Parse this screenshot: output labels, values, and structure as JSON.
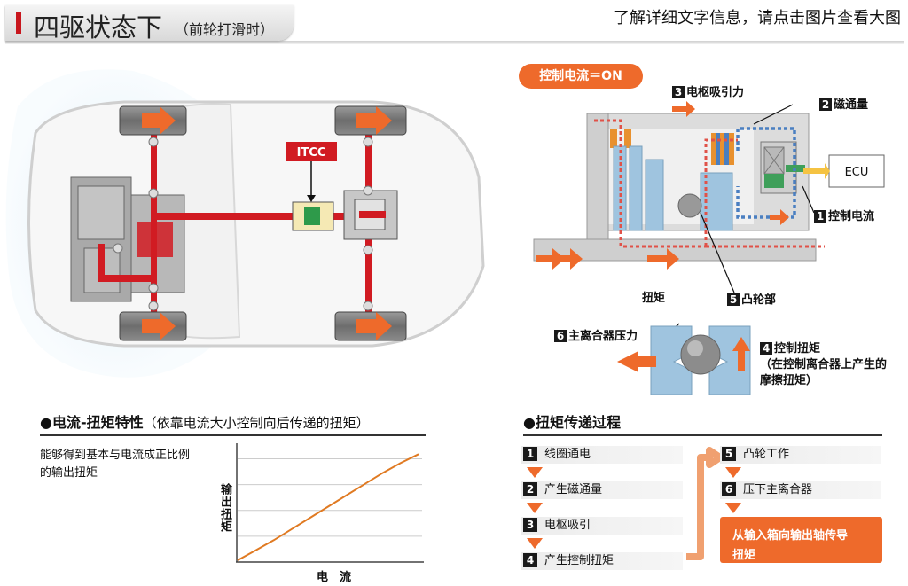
{
  "header": {
    "title": "四驱状态下",
    "subtitle": "（前轮打滑时）",
    "note": "了解详细文字信息，请点击图片查看大图"
  },
  "car": {
    "itcc_label": "ITCC"
  },
  "mechanism": {
    "control_current_label": "控制电流＝ON",
    "labels": [
      {
        "num": "3",
        "text": "电枢吸引力"
      },
      {
        "num": "2",
        "text": "磁通量"
      },
      {
        "num": "1",
        "text": "控制电流"
      },
      {
        "num": "5",
        "text": "凸轮部"
      },
      {
        "num": "6",
        "text": "主离合器压力"
      },
      {
        "num": "4",
        "text": "控制扭矩"
      }
    ],
    "ecu_label": "ECU",
    "torque_label": "扭矩",
    "control_torque_note_1": "（在控制离合器上产生的",
    "control_torque_note_2": "摩擦扭矩）"
  },
  "characteristic": {
    "title": "●电流-扭矩特性",
    "title_note": "（依靠电流大小控制向后传递的扭矩）",
    "desc_line1": "能够得到基本与电流成正比例",
    "desc_line2": "的输出扭矩",
    "ylabel": "输出扭矩",
    "xlabel": "电　流"
  },
  "chart_data": {
    "type": "line",
    "title": "",
    "xlabel": "电　流",
    "ylabel": "输出扭矩",
    "series": [
      {
        "x": [
          0,
          0.1,
          0.2,
          0.3,
          0.4,
          0.5,
          0.6,
          0.7,
          0.8,
          0.9,
          1.0
        ],
        "y": [
          0,
          0.09,
          0.18,
          0.28,
          0.38,
          0.48,
          0.58,
          0.68,
          0.78,
          0.87,
          0.95
        ]
      }
    ],
    "grid": true,
    "line_color": "#e07a22"
  },
  "process": {
    "title": "●扭矩传递过程",
    "steps_left": [
      {
        "num": "1",
        "text": "线圈通电"
      },
      {
        "num": "2",
        "text": "产生磁通量"
      },
      {
        "num": "3",
        "text": "电枢吸引"
      },
      {
        "num": "4",
        "text": "产生控制扭矩"
      }
    ],
    "steps_right": [
      {
        "num": "5",
        "text": "凸轮工作"
      },
      {
        "num": "6",
        "text": "压下主离合器"
      }
    ],
    "result_line1": "从输入箱向输出轴传导",
    "result_line2": "扭矩"
  },
  "colors": {
    "accent_red": "#c8161d",
    "orange": "#ee6a2b",
    "blue_flux": "#4a7fc1"
  }
}
